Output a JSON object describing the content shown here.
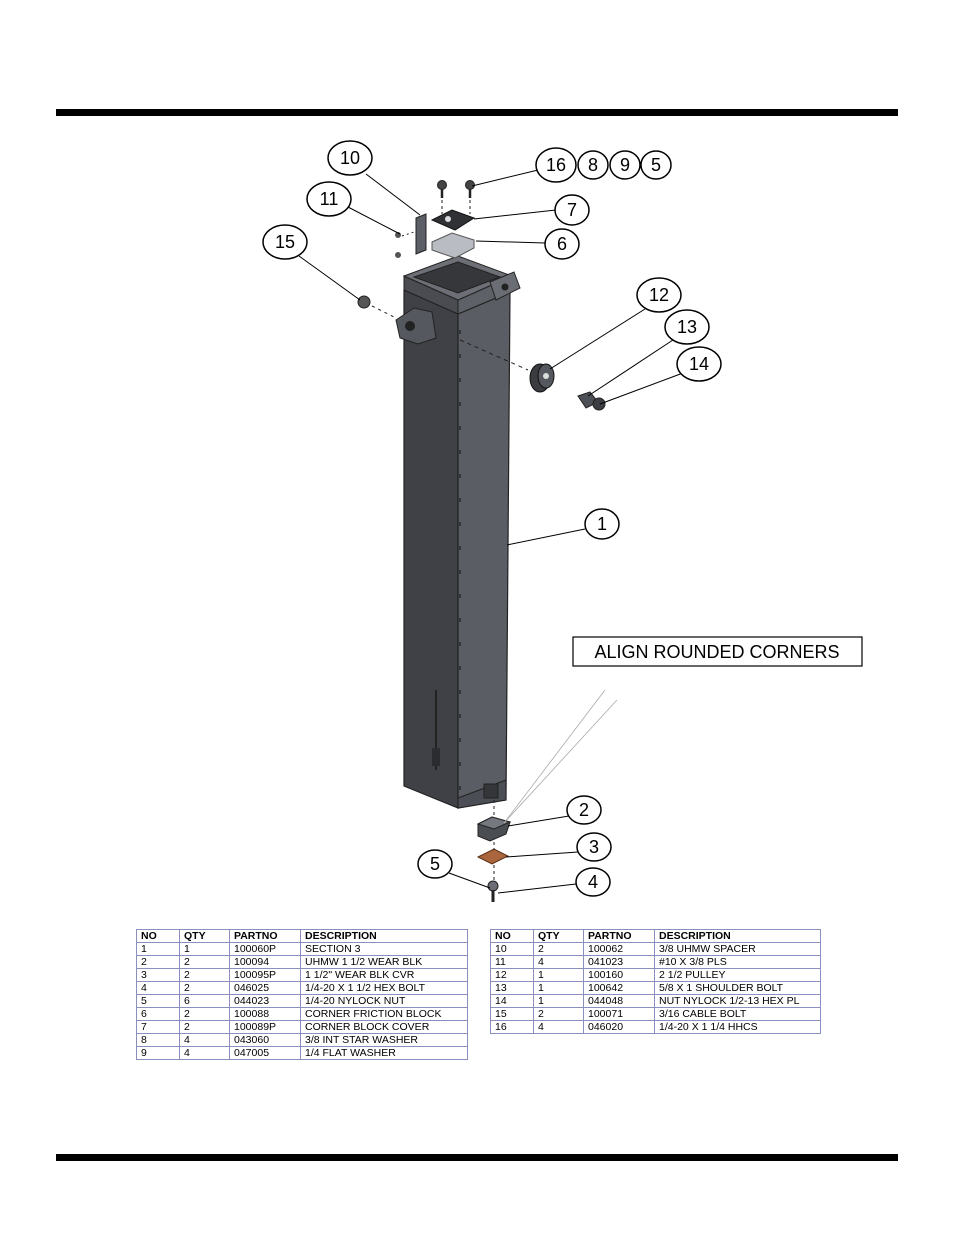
{
  "callouts": {
    "c1": "1",
    "c2": "2",
    "c3": "3",
    "c4": "4",
    "c5a": "5",
    "c5b": "5",
    "c6": "6",
    "c7": "7",
    "c8": "8",
    "c9": "9",
    "c10": "10",
    "c11": "11",
    "c12": "12",
    "c13": "13",
    "c14": "14",
    "c15": "15",
    "c16": "16"
  },
  "note": "ALIGN ROUNDED CORNERS",
  "colors": {
    "tube": "#55585e",
    "tube_dark": "#3c3e43",
    "block_cover": "#a9663d",
    "callout_stroke": "#000000"
  },
  "tables": {
    "headers": [
      "NO",
      "QTY",
      "PARTNO",
      "DESCRIPTION"
    ],
    "left": [
      [
        "1",
        "1",
        "100060P",
        "SECTION 3"
      ],
      [
        "2",
        "2",
        "100094",
        "UHMW 1 1/2 WEAR BLK"
      ],
      [
        "3",
        "2",
        "100095P",
        "1 1/2\" WEAR BLK CVR"
      ],
      [
        "4",
        "2",
        "046025",
        "1/4-20 X 1 1/2 HEX BOLT"
      ],
      [
        "5",
        "6",
        "044023",
        "1/4-20 NYLOCK NUT"
      ],
      [
        "6",
        "2",
        "100088",
        "CORNER FRICTION BLOCK"
      ],
      [
        "7",
        "2",
        "100089P",
        "CORNER BLOCK COVER"
      ],
      [
        "8",
        "4",
        "043060",
        "3/8 INT STAR WASHER"
      ],
      [
        "9",
        "4",
        "047005",
        "1/4 FLAT WASHER"
      ]
    ],
    "right": [
      [
        "10",
        "2",
        "100062",
        "3/8 UHMW SPACER"
      ],
      [
        "11",
        "4",
        "041023",
        "#10 X 3/8 PLS"
      ],
      [
        "12",
        "1",
        "100160",
        "2 1/2 PULLEY"
      ],
      [
        "13",
        "1",
        "100642",
        "5/8 X 1 SHOULDER BOLT"
      ],
      [
        "14",
        "1",
        "044048",
        "NUT NYLOCK 1/2-13 HEX PL"
      ],
      [
        "15",
        "2",
        "100071",
        "3/16 CABLE BOLT"
      ],
      [
        "16",
        "4",
        "046020",
        "1/4-20 X 1 1/4 HHCS"
      ]
    ]
  }
}
